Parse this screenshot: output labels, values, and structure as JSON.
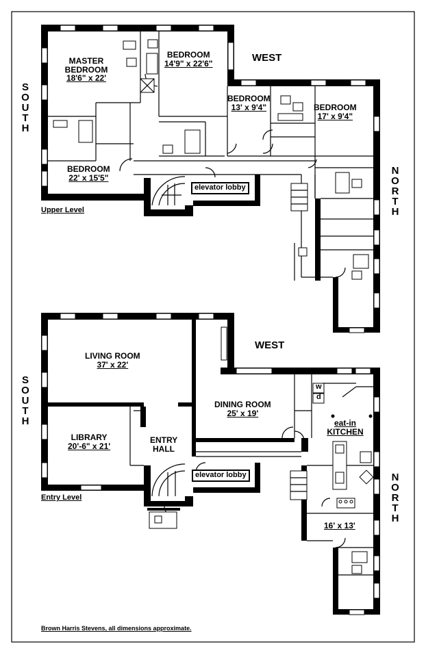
{
  "directions": {
    "west": "WEST",
    "south": "SOUTH",
    "north": "NORTH"
  },
  "upper_level": {
    "label": "Upper Level",
    "rooms": [
      {
        "name": "MASTER BEDROOM",
        "dim": "18'6\" x 22'"
      },
      {
        "name": "BEDROOM",
        "dim": "14'9\" x 22'6\""
      },
      {
        "name": "BEDROOM",
        "dim": "13' x 9'4\""
      },
      {
        "name": "BEDROOM",
        "dim": "17' x 9'4\""
      },
      {
        "name": "BEDROOM",
        "dim": "22' x 15'5\""
      }
    ],
    "elevator": "elevator lobby"
  },
  "entry_level": {
    "label": "Entry Level",
    "rooms": [
      {
        "name": "LIVING ROOM",
        "dim": "37' x 22'"
      },
      {
        "name": "DINING ROOM",
        "dim": "25' x 19'"
      },
      {
        "name": "LIBRARY",
        "dim": "20'-6\" x 21'"
      },
      {
        "name": "ENTRY HALL",
        "dim": ""
      },
      {
        "name": "eat-in KITCHEN",
        "dim": ""
      },
      {
        "name": "",
        "dim": "16' x 13'"
      }
    ],
    "elevator": "elevator lobby",
    "washer": "w",
    "dryer": "d"
  },
  "credit": "Brown Harris Stevens, all dimensions approximate."
}
